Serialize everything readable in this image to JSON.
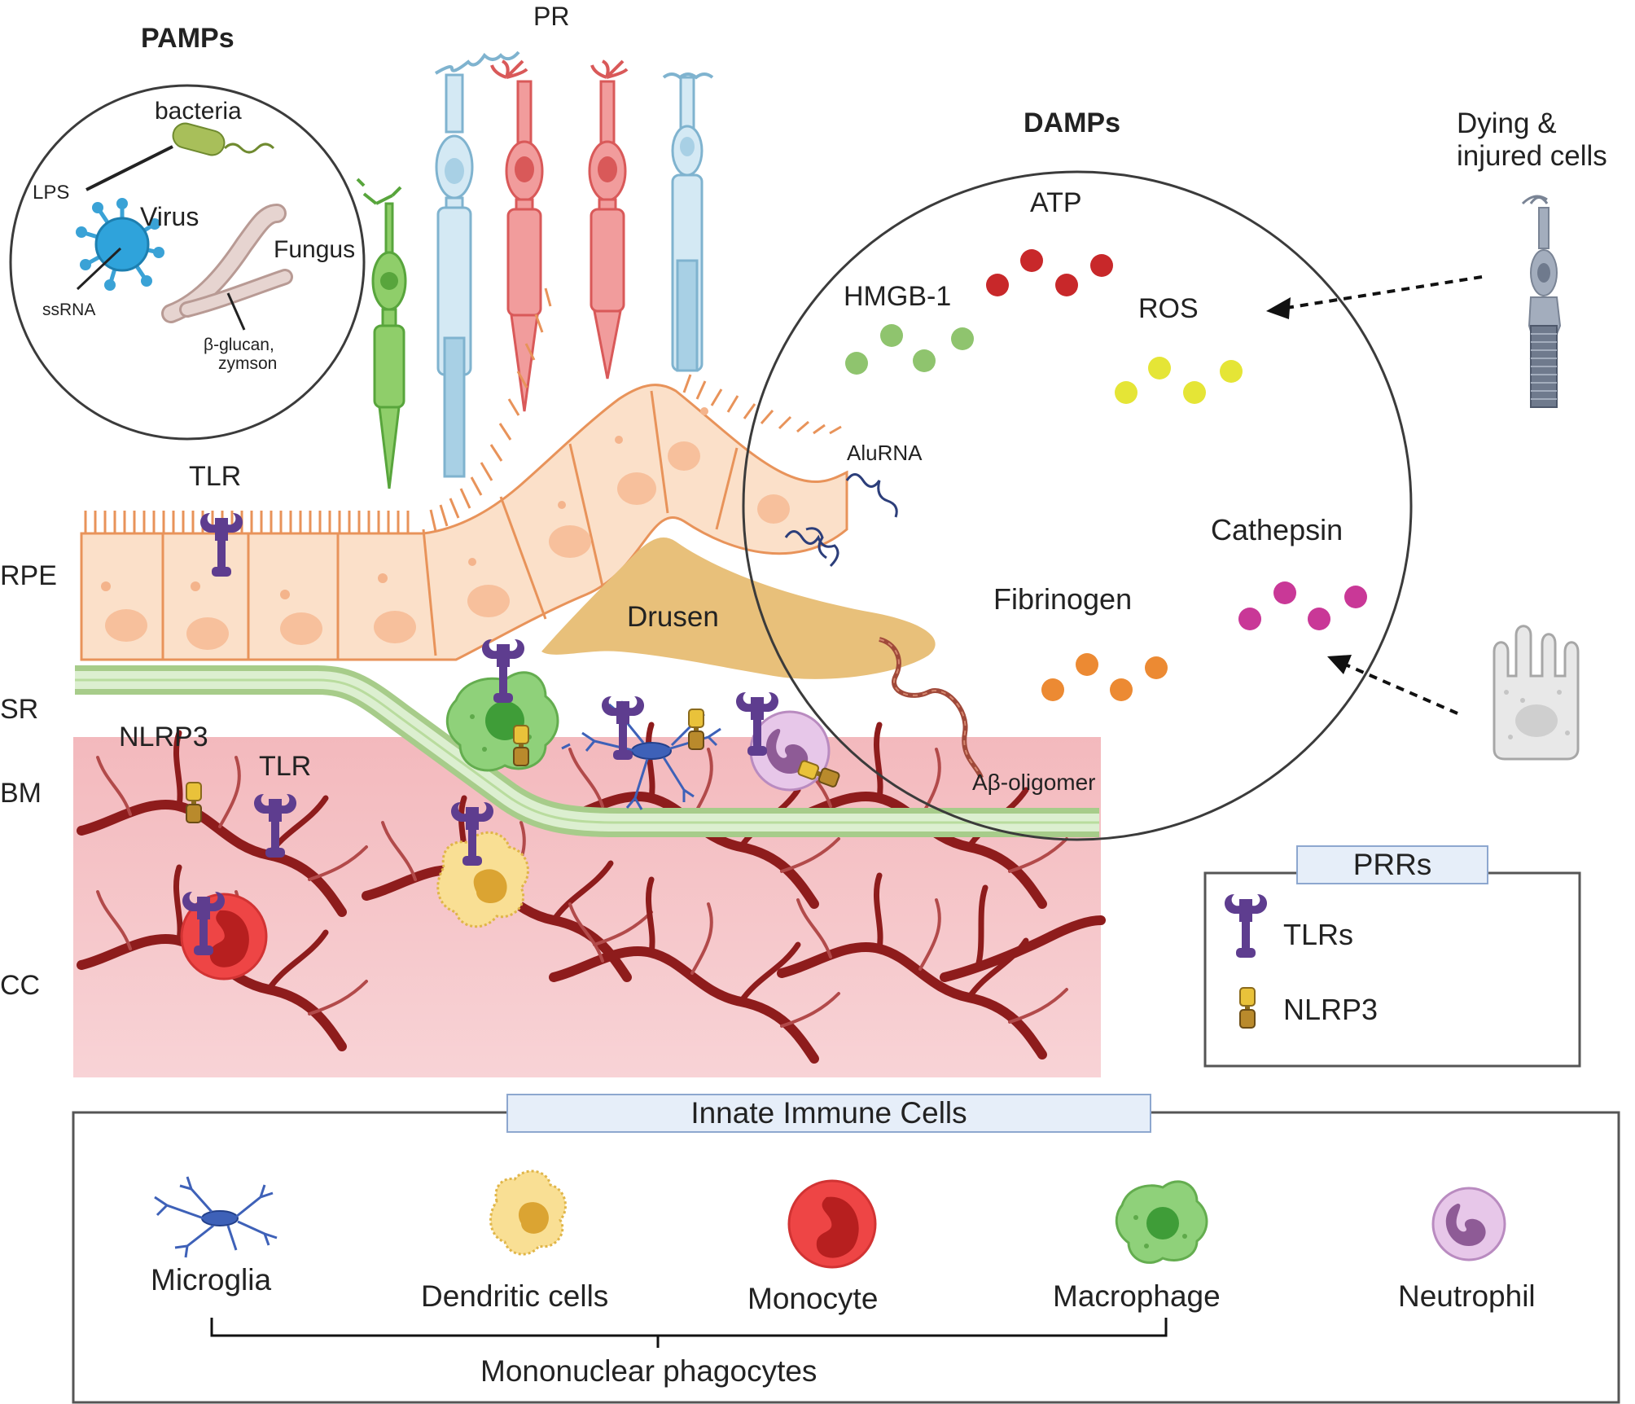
{
  "pamps": {
    "title": "PAMPs",
    "bacteria": "bacteria",
    "lps": "LPS",
    "virus": "Virus",
    "ssrna": "ssRNA",
    "fungus": "Fungus",
    "beta_glucan": "β-glucan,",
    "zymson": "zymson"
  },
  "pr_label": "PR",
  "damps": {
    "title": "DAMPs",
    "atp": "ATP",
    "hmgb1": "HMGB-1",
    "ros": "ROS",
    "alurna": "AluRNA",
    "cathepsin": "Cathepsin",
    "fibrinogen": "Fibrinogen",
    "abeta": "Aβ-oligomer"
  },
  "dying_cells": [
    "Dying &",
    "injured cells"
  ],
  "layers": {
    "rpe": "RPE",
    "sr": "SR",
    "bm": "BM",
    "cc": "CC"
  },
  "labels": {
    "tlr_top": "TLR",
    "tlr_cc": "TLR",
    "nlrp3": "NLRP3",
    "drusen": "Drusen"
  },
  "prrs": {
    "title": "PRRs",
    "tlrs": "TLRs",
    "nlrp3": "NLRP3"
  },
  "innate": {
    "title": "Innate Immune Cells",
    "microglia": "Microglia",
    "dendritic": "Dendritic cells",
    "monocyte": "Monocyte",
    "macrophage": "Macrophage",
    "neutrophil": "Neutrophil",
    "mononuclear": "Mononuclear phagocytes"
  },
  "colors": {
    "tlr": "#5e3d8f",
    "nlrp3_top": "#e9c23a",
    "nlrp3_bottom": "#b98a2c",
    "atp": "#c8282a",
    "hmgb1": "#8fc46e",
    "ros": "#e5e536",
    "cathepsin": "#c93897",
    "fibrinogen": "#ec8a33",
    "rpe_fill": "#fbe0c9",
    "rpe_stroke": "#e8935a",
    "drusen": "#e8c07a",
    "choroid": "#f6cfd2",
    "vessel": "#8e1c1c"
  }
}
